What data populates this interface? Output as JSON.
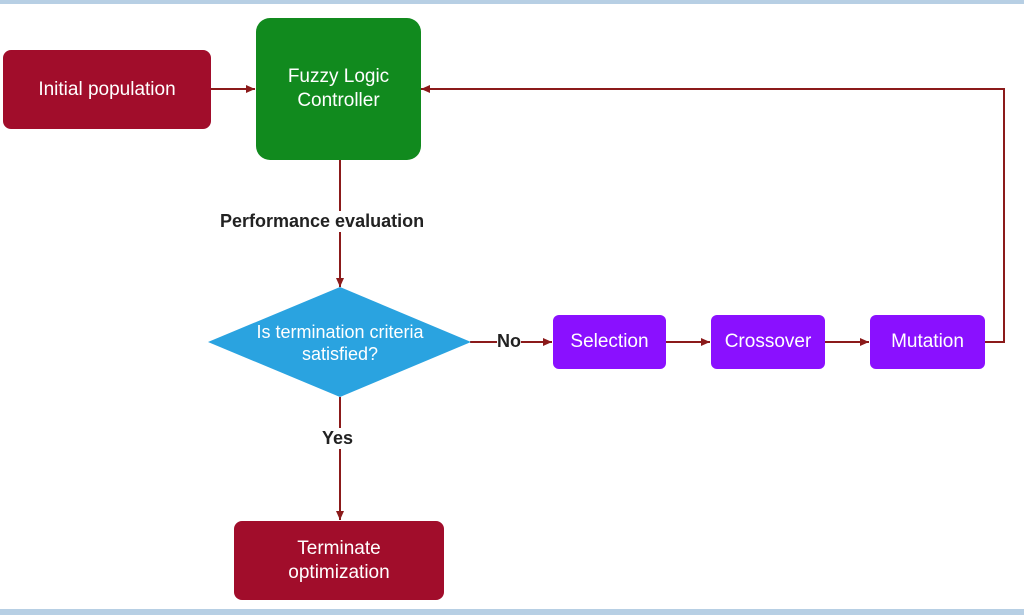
{
  "nodes": {
    "initial_population": "Initial population",
    "fuzzy_logic_controller": "Fuzzy Logic Controller",
    "termination_check": "Is termination criteria satisfied?",
    "selection": "Selection",
    "crossover": "Crossover",
    "mutation": "Mutation",
    "terminate": "Terminate optimization"
  },
  "edge_labels": {
    "performance": "Performance evaluation",
    "no": "No",
    "yes": "Yes"
  },
  "colors": {
    "start_end_nodes": "#a10d2b",
    "controller_node": "#118a1e",
    "decision_node": "#2aa3e0",
    "operator_nodes": "#8a10ff",
    "edges": "#8b1a1a",
    "frame": "#b7cfe4"
  }
}
